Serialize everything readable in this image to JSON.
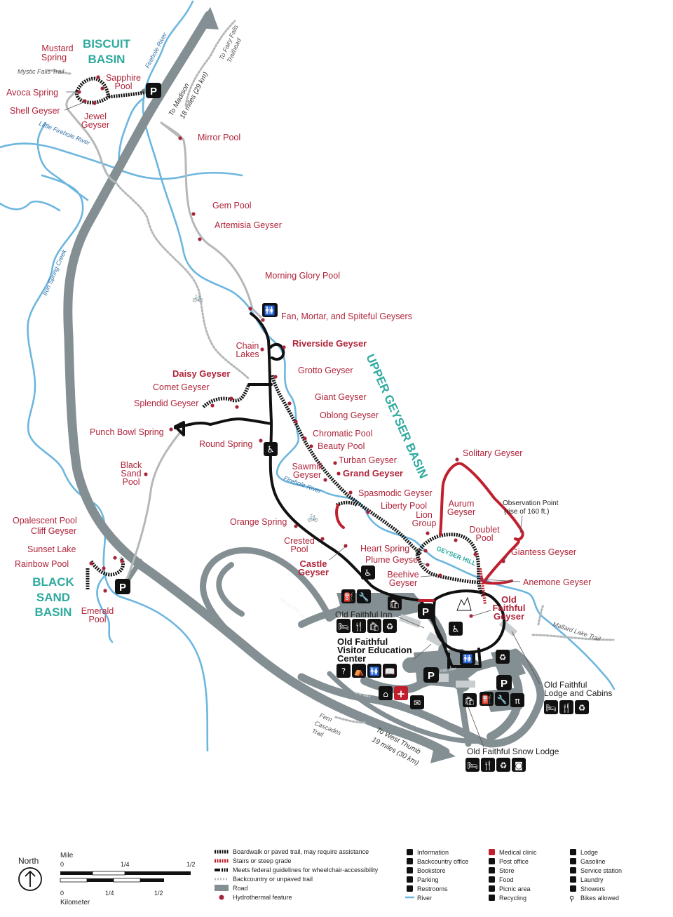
{
  "basins": {
    "biscuit_1": "BISCUIT",
    "biscuit_2": "BASIN",
    "black_1": "BLACK",
    "black_2": "SAND",
    "black_3": "BASIN",
    "upper": "UPPER GEYSER BASIN",
    "geyser_hill": "GEYSER HILL"
  },
  "features": {
    "mustard_1": "Mustard",
    "mustard_2": "Spring",
    "sapphire_1": "Sapphire",
    "sapphire_2": "Pool",
    "avoca": "Avoca Spring",
    "shell": "Shell Geyser",
    "jewel_1": "Jewel",
    "jewel_2": "Geyser",
    "mirror": "Mirror Pool",
    "gem": "Gem Pool",
    "artemisia": "Artemisia Geyser",
    "morning_glory": "Morning Glory Pool",
    "fan_mortar": "Fan, Mortar, and Spiteful Geysers",
    "chain_1": "Chain",
    "chain_2": "Lakes",
    "riverside": "Riverside Geyser",
    "grotto": "Grotto Geyser",
    "daisy": "Daisy Geyser",
    "comet": "Comet Geyser",
    "giant": "Giant Geyser",
    "splendid": "Splendid Geyser",
    "oblong": "Oblong Geyser",
    "punch_bowl": "Punch Bowl Spring",
    "chromatic": "Chromatic Pool",
    "round": "Round Spring",
    "beauty": "Beauty Pool",
    "turban": "Turban Geyser",
    "sawmill_1": "Sawmill",
    "sawmill_2": "Geyser",
    "grand": "Grand Geyser",
    "black_sand_1": "Black",
    "black_sand_2": "Sand",
    "black_sand_3": "Pool",
    "spasmodic": "Spasmodic Geyser",
    "liberty": "Liberty Pool",
    "solitary": "Solitary Geyser",
    "aurum_1": "Aurum",
    "aurum_2": "Geyser",
    "lion_1": "Lion",
    "lion_2": "Group",
    "doublet_1": "Doublet",
    "doublet_2": "Pool",
    "opalescent": "Opalescent Pool",
    "cliff": "Cliff Geyser",
    "orange": "Orange Spring",
    "crested_1": "Crested",
    "crested_2": "Pool",
    "heart": "Heart Spring",
    "giantess": "Giantess Geyser",
    "sunset": "Sunset Lake",
    "plume": "Plume Geyser",
    "rainbow": "Rainbow Pool",
    "castle_1": "Castle",
    "castle_2": "Geyser",
    "beehive_1": "Beehive",
    "beehive_2": "Geyser",
    "anemone": "Anemone Geyser",
    "emerald_1": "Emerald",
    "emerald_2": "Pool",
    "old_faithful_1": "Old",
    "old_faithful_2": "Faithful",
    "old_faithful_3": "Geyser",
    "observation_1": "Observation Point",
    "observation_2": "(rise of 160 ft.)"
  },
  "rivers": {
    "firehole_top": "Firehole River",
    "little_firehole": "Little Firehole River",
    "iron_spring": "Iron Spring Creek",
    "firehole_mid": "Firehole River"
  },
  "trails": {
    "mystic_falls": "Mystic Falls Trail",
    "fairy_falls_1": "To Fairy Falls",
    "fairy_falls_2": "Trailhead",
    "mallard_lake": "Mallard Lake Trail",
    "fern_1": "Fern",
    "fern_2": "Cascades",
    "fern_3": "Trail"
  },
  "roads": {
    "madison_1": "To Madison",
    "madison_2": "18 miles (29 km)",
    "west_thumb_1": "To West Thumb",
    "west_thumb_2": "19 miles (30 km)",
    "one_way": "ONE WAY"
  },
  "facilities": {
    "inn": "Old Faithful Inn",
    "vec_1": "Old Faithful",
    "vec_2": "Visitor Education",
    "vec_3": "Center",
    "lodge_1": "Old Faithful",
    "lodge_2": "Lodge and Cabins",
    "snow_lodge": "Old Faithful Snow Lodge",
    "parking": "P"
  },
  "legend": {
    "north": "North",
    "mile": "Mile",
    "kilometer": "Kilometer",
    "mile_ticks": [
      "0",
      "1/4",
      "1/2"
    ],
    "km_ticks": [
      "0",
      "1/4",
      "1/2"
    ],
    "lines": [
      "Boardwalk or paved trail, may require assistance",
      "Stairs or steep grade",
      "Meets federal guidelines for wheelchair-accessibility",
      "Backcountry or unpaved trail",
      "Road",
      "Hydrothermal feature"
    ],
    "services_col1": [
      "Information",
      "Backcountry office",
      "Bookstore",
      "Parking",
      "Restrooms",
      "River"
    ],
    "services_col2": [
      "Medical clinic",
      "Post office",
      "Store",
      "Food",
      "Picnic area",
      "Recycling"
    ],
    "services_col3": [
      "Lodge",
      "Gasoline",
      "Service station",
      "Laundry",
      "Showers",
      "Bikes allowed"
    ]
  },
  "colors": {
    "river": "#6cb6df",
    "road": "#848f93",
    "hydrothermal": "#a8243a",
    "stairs": "#c0202e",
    "basin_label": "#2eaa9e",
    "boardwalk": "#111111",
    "unpaved": "#b4b8ba"
  }
}
